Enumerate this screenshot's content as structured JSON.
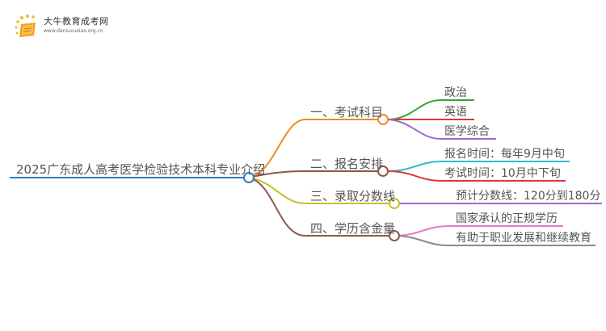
{
  "logo": {
    "title": "大牛教育成考网",
    "url": "www.daniuxueiao.org.cn",
    "icon": "book-icon"
  },
  "root": {
    "label": "2025广东成人高考医学检验技术本科专业介绍",
    "color": "#2e7cbf"
  },
  "branches": [
    {
      "label": "一、考试科目",
      "color": "#f08a24",
      "children": [
        {
          "label": "政治",
          "color": "#3aa53a"
        },
        {
          "label": "英语",
          "color": "#e03838"
        },
        {
          "label": "医学综合",
          "color": "#9b6bc8"
        }
      ]
    },
    {
      "label": "二、报名安排",
      "color": "#8b5a4a",
      "children": [
        {
          "label": "报名时间：每年9月中旬",
          "color": "#2bbcd0"
        },
        {
          "label": "考试时间：10月中下旬",
          "color": "#e03838"
        }
      ]
    },
    {
      "label": "三、录取分数线",
      "color": "#c2c22a",
      "children": [
        {
          "label": "预计分数线：120分到180分",
          "color": "#9b6bc8"
        }
      ]
    },
    {
      "label": "四、学历含金量",
      "color": "#8b5a4a",
      "children": [
        {
          "label": "国家承认的正规学历",
          "color": "#e878c8"
        },
        {
          "label": "有助于职业发展和继续教育",
          "color": "#8a8a8a"
        }
      ]
    }
  ]
}
